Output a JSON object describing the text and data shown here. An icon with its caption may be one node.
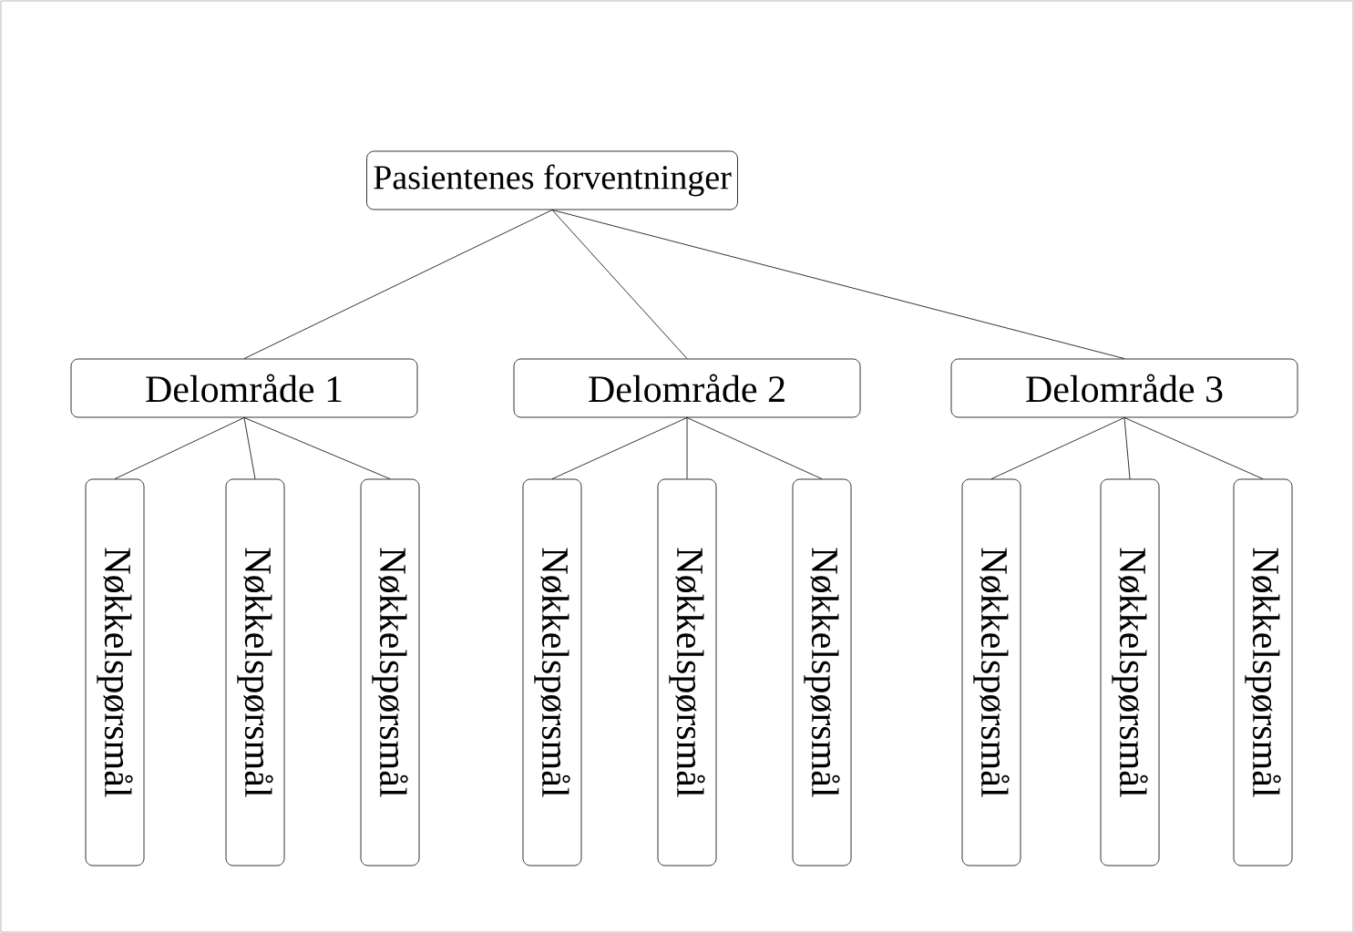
{
  "diagram": {
    "nodes": [
      {
        "text": [
          "Pasientenes forventninger"
        ]
      },
      {
        "text": [
          "Delområde 1"
        ]
      },
      {
        "text": [
          "Delområde 2"
        ]
      },
      {
        "text": [
          "Delområde 3"
        ]
      },
      {
        "text": [
          "Nøkkelspørsmål"
        ]
      },
      {
        "text": [
          "Nøkkelspørsmål"
        ]
      },
      {
        "text": [
          "Nøkkelspørsmål"
        ]
      },
      {
        "text": [
          "Nøkkelspørsmål"
        ]
      },
      {
        "text": [
          "Nøkkelspørsmål"
        ]
      },
      {
        "text": [
          "Nøkkelspørsmål"
        ]
      },
      {
        "text": [
          "Nøkkelspørsmål"
        ]
      },
      {
        "text": [
          "Nøkkelspørsmål"
        ]
      },
      {
        "text": [
          "Nøkkelspørsmål"
        ]
      }
    ],
    "edges": [
      {
        "from": 0,
        "to": 1,
        "arrow": "none"
      },
      {
        "from": 0,
        "to": 2,
        "arrow": "none"
      },
      {
        "from": 0,
        "to": 3,
        "arrow": "none"
      },
      {
        "from": 1,
        "to": 4,
        "arrow": "none"
      },
      {
        "from": 1,
        "to": 5,
        "arrow": "none"
      },
      {
        "from": 1,
        "to": 6,
        "arrow": "none"
      },
      {
        "from": 2,
        "to": 7,
        "arrow": "none"
      },
      {
        "from": 2,
        "to": 8,
        "arrow": "none"
      },
      {
        "from": 2,
        "to": 9,
        "arrow": "none"
      },
      {
        "from": 3,
        "to": 10,
        "arrow": "none"
      },
      {
        "from": 3,
        "to": 11,
        "arrow": "none"
      },
      {
        "from": 3,
        "to": 12,
        "arrow": "none"
      }
    ]
  }
}
